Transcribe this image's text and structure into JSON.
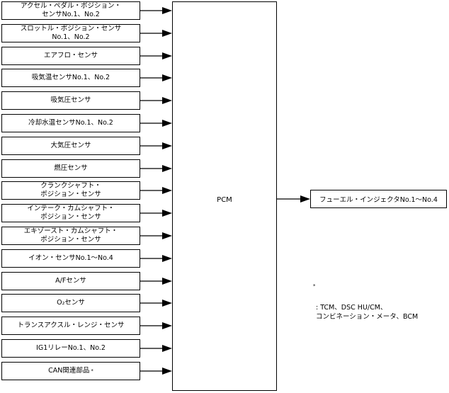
{
  "sensors": [
    {
      "label": "アクセル・ペダル・ポジション・\nセンサNo.1、No.2"
    },
    {
      "label": "スロットル・ポジション・センサ\nNo.1、No.2"
    },
    {
      "label": "エアフロ・センサ"
    },
    {
      "label": "吸気温センサNo.1、No.2"
    },
    {
      "label": "吸気圧センサ"
    },
    {
      "label": "冷却水温センサNo.1、No.2"
    },
    {
      "label": "大気圧センサ"
    },
    {
      "label": "燃圧センサ"
    },
    {
      "label": "クランクシャフト・\nポジション・センサ"
    },
    {
      "label": "インテーク・カムシャフト・\nポジション・センサ"
    },
    {
      "label": "エキゾースト・カムシャフト・\nポジション・センサ"
    },
    {
      "label": "イオン・センサNo.1〜No.4"
    },
    {
      "label": "A/Fセンサ"
    },
    {
      "label": "O₂センサ"
    },
    {
      "label": "トランスアクスル・レンジ・センサ"
    },
    {
      "label": "IG1リレーNo.1、No.2"
    },
    {
      "label": "CAN関連部品",
      "asterisk": "*"
    }
  ],
  "pcm": {
    "label": "PCM"
  },
  "output": {
    "label": "フューエル・インジェクタNo.1〜No.4"
  },
  "note": {
    "mark": "*",
    "text": ": TCM、DSC HU/CM、\nコンビネーション・メータ、BCM"
  }
}
